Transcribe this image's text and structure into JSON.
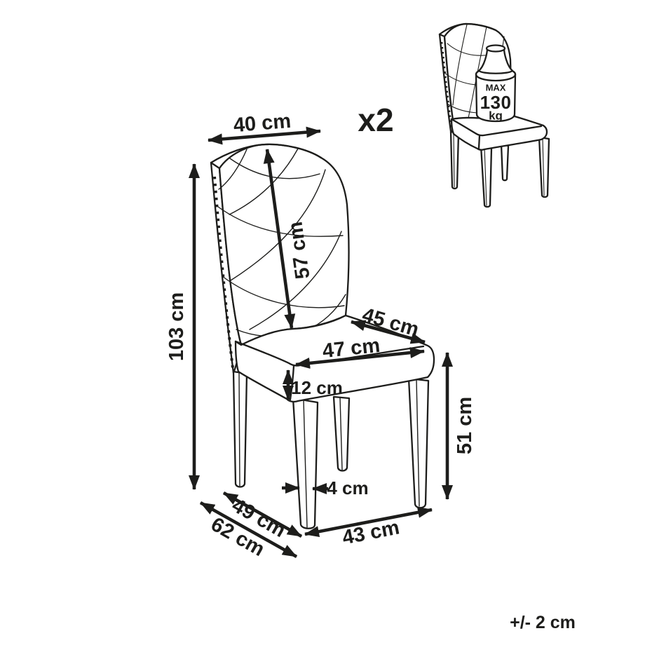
{
  "page": {
    "background": "#ffffff",
    "line_color": "#1d1d1b"
  },
  "quantity_label": "x2",
  "tolerance_note": "+/- 2 cm",
  "max_load": {
    "max": "MAX",
    "value": "130",
    "unit": "kg"
  },
  "dims": {
    "back_width": "40 cm",
    "backrest_diagonal": "57 cm",
    "total_height": "103 cm",
    "seat_depth": "45 cm",
    "seat_width": "47 cm",
    "seat_thickness": "12 cm",
    "seat_height": "51 cm",
    "leg_width": "4 cm",
    "footprint_depth_front": "49 cm",
    "footprint_depth_total": "62 cm",
    "footprint_width": "43 cm"
  }
}
